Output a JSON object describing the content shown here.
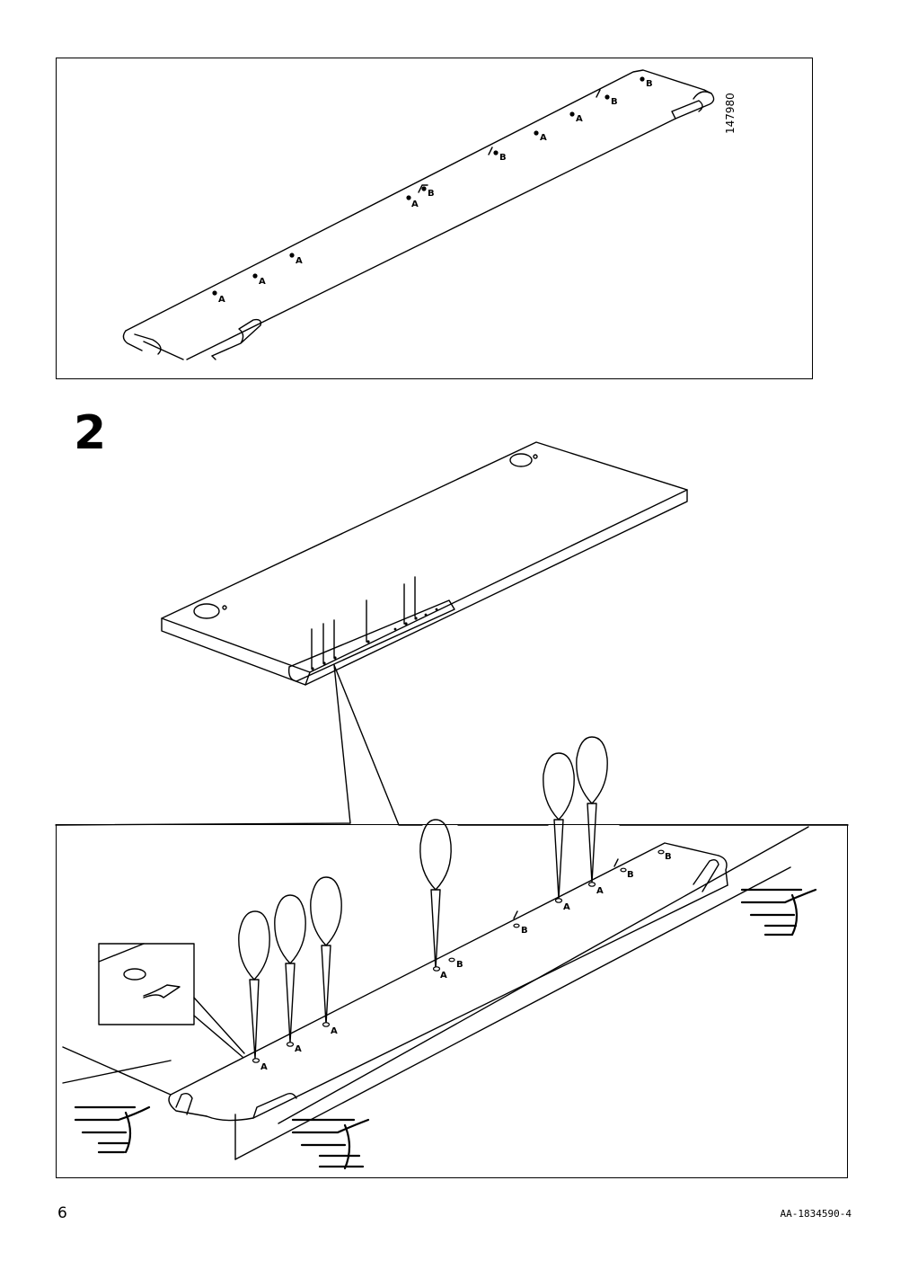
{
  "top_panel": {
    "part_number": "147980"
  },
  "step": {
    "number": "2"
  },
  "labels": {
    "a": "A",
    "b": "B"
  },
  "footer": {
    "page_number": "6",
    "doc_code": "AA-1834590-4"
  }
}
